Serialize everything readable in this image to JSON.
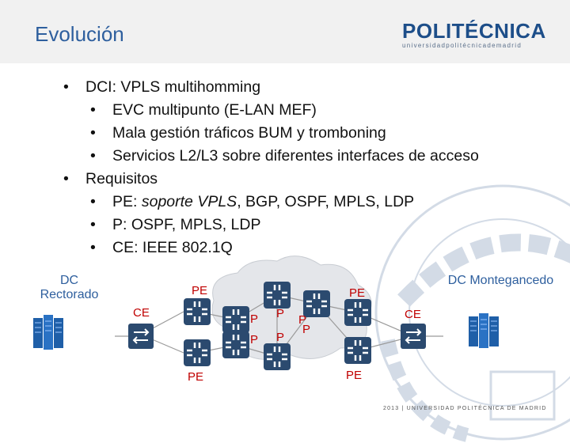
{
  "slide": {
    "title": "Evolución",
    "logo": {
      "name": "POLITÉCNICA",
      "subtitle": "universidadpolitécnicademadrid"
    },
    "bullets": [
      {
        "level": 1,
        "text": "DCI: VPLS multihomming"
      },
      {
        "level": 2,
        "text": "EVC multipunto (E-LAN MEF)"
      },
      {
        "level": 2,
        "text": "Mala gestión tráficos BUM y tromboning"
      },
      {
        "level": 2,
        "text": "Servicios L2/L3 sobre diferentes interfaces de acceso"
      },
      {
        "level": 1,
        "text": "Requisitos"
      },
      {
        "level": 2,
        "text": "PE: ",
        "emphasis": "soporte VPLS",
        "rest": ", BGP, OSPF, MPLS, LDP"
      },
      {
        "level": 2,
        "text": "P: OSPF, MPLS, LDP"
      },
      {
        "level": 2,
        "text": "CE: IEEE 802.1Q"
      }
    ],
    "diagram": {
      "dc_left": "DC Rectorado",
      "dc_right": "DC Montegancedo",
      "ce_left": "CE",
      "ce_right": "CE",
      "pe_top_left": "PE",
      "pe_bottom_left": "PE",
      "pe_top_right": "PE",
      "pe_bottom_right": "PE",
      "p_labels": [
        "P",
        "P",
        "P",
        "P",
        "P",
        "P"
      ]
    },
    "footer": "2013 | UNIVERSIDAD POLITÉCNICA DE MADRID",
    "colors": {
      "title": "#2e5f9e",
      "node_label": "#c00000",
      "router": "#2b4a6f",
      "server": "#1f5fa8",
      "cloud": "#e4e6ea"
    }
  }
}
